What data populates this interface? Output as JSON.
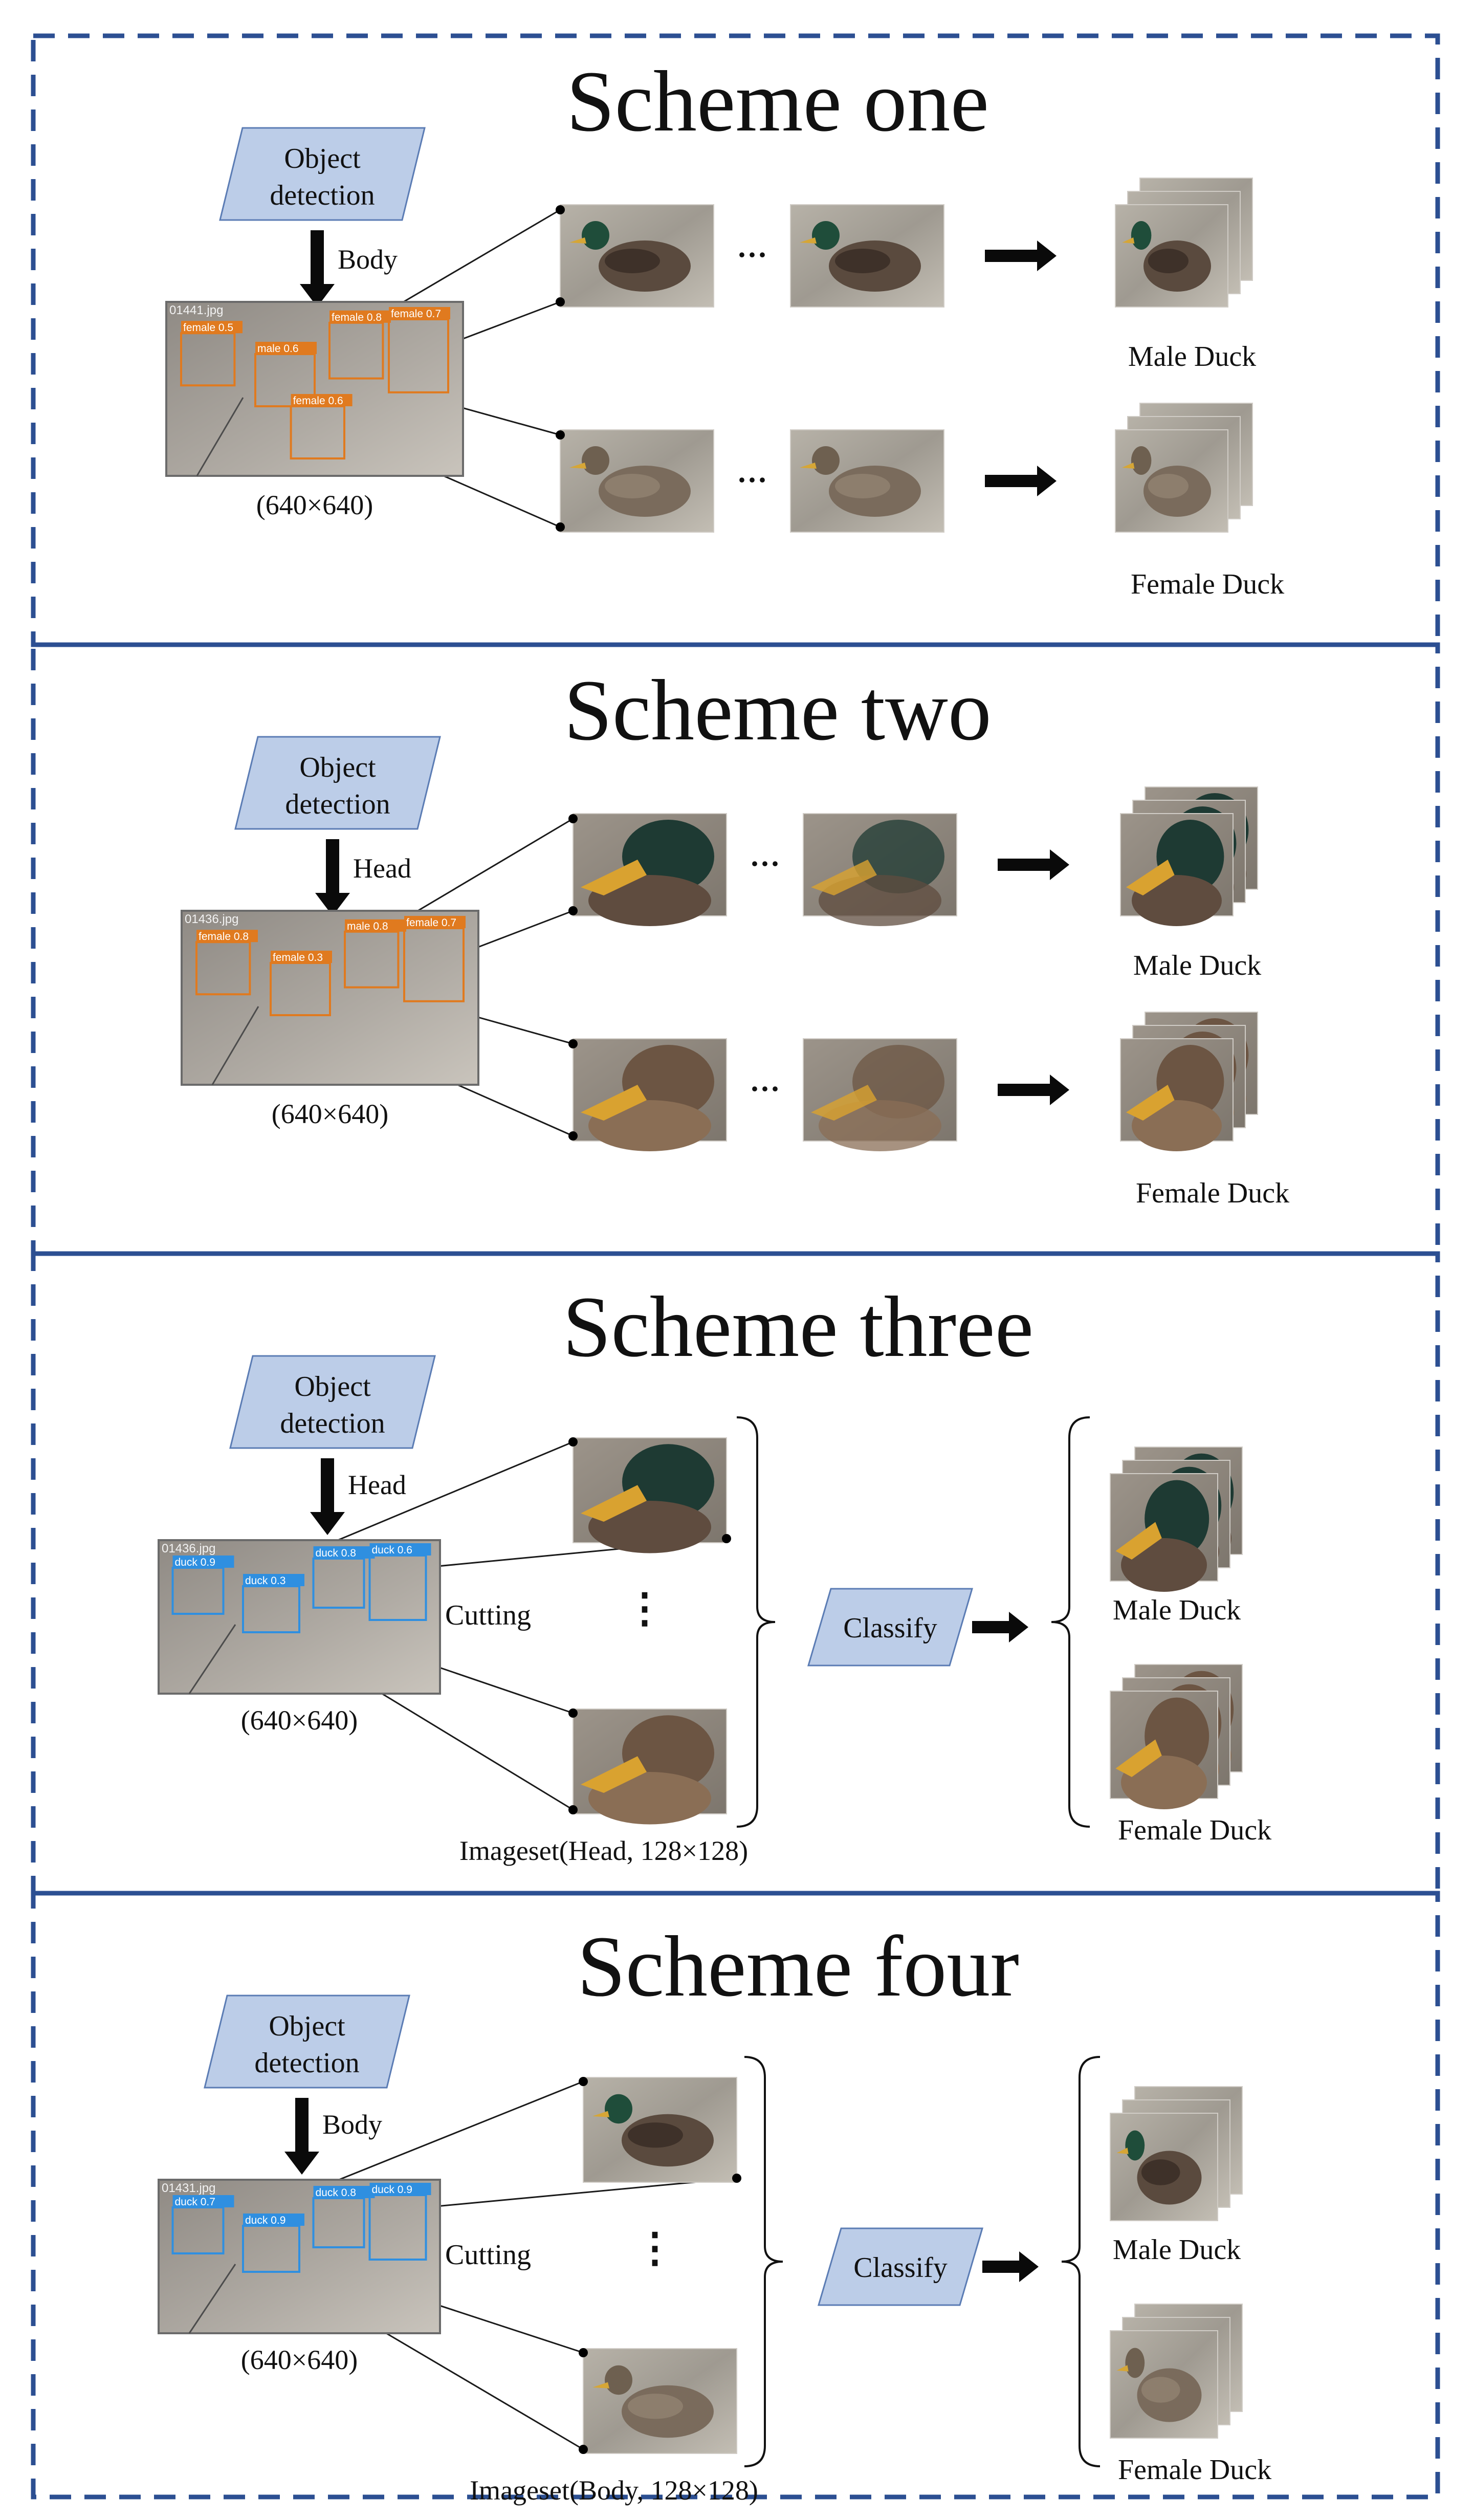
{
  "colors": {
    "border": "#2c4f92",
    "box_fill": "#bccde8",
    "box_stroke": "#5b7cb4",
    "arrow": "#0a0a0a",
    "detect_orange": "#e07a1f",
    "detect_blue": "#2f8fe0"
  },
  "common": {
    "object_detection_line1": "Object",
    "object_detection_line2": "detection",
    "resolution": "(640×640)",
    "ellipsis": "···",
    "vertical_ellipsis": "⋮",
    "male": "Male Duck",
    "female": "Female Duck",
    "cutting": "Cutting",
    "classify": "Classify"
  },
  "schemes": [
    {
      "title": "Scheme one",
      "crop": "Body",
      "frame_label": "01441.jpg",
      "detections": [
        "female 0.5",
        "male 0.6",
        "female 0.8",
        "female 0.7",
        "female 0.6"
      ]
    },
    {
      "title": "Scheme two",
      "crop": "Head",
      "frame_label": "01436.jpg",
      "detections": [
        "female 0.8",
        "female 0.3",
        "male 0.8",
        "female 0.7"
      ]
    },
    {
      "title": "Scheme three",
      "crop": "Head",
      "frame_label": "01436.jpg",
      "detections": [
        "duck 0.9",
        "duck 0.3",
        "duck 0.8",
        "duck 0.6"
      ],
      "imageset": "Imageset(Head, 128×128)"
    },
    {
      "title": "Scheme four",
      "crop": "Body",
      "frame_label": "01431.jpg",
      "detections": [
        "duck 0.7",
        "duck 0.9",
        "duck 0.8",
        "duck 0.9"
      ],
      "imageset": "Imageset(Body, 128×128)"
    }
  ]
}
